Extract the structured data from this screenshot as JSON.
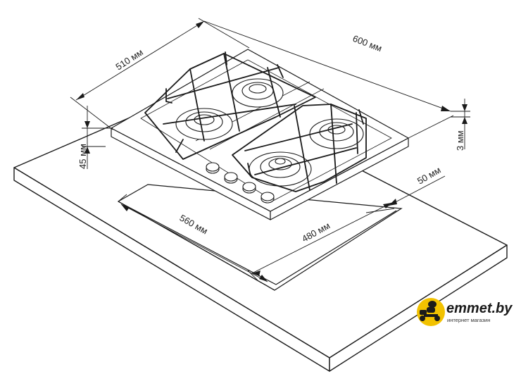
{
  "dimensions": {
    "hob_depth": "510 мм",
    "hob_width": "600 мм",
    "glass_thickness": "3 мм",
    "embed_depth": "45 мм",
    "edge_offset": "50 мм",
    "cutout_width": "560 мм",
    "cutout_depth": "480 мм"
  },
  "logo": {
    "name": "emmet.by",
    "tagline": "интернет магазин",
    "accent_color": "#f2c200"
  },
  "colors": {
    "line": "#1a1a1a",
    "surface": "#ffffff"
  }
}
